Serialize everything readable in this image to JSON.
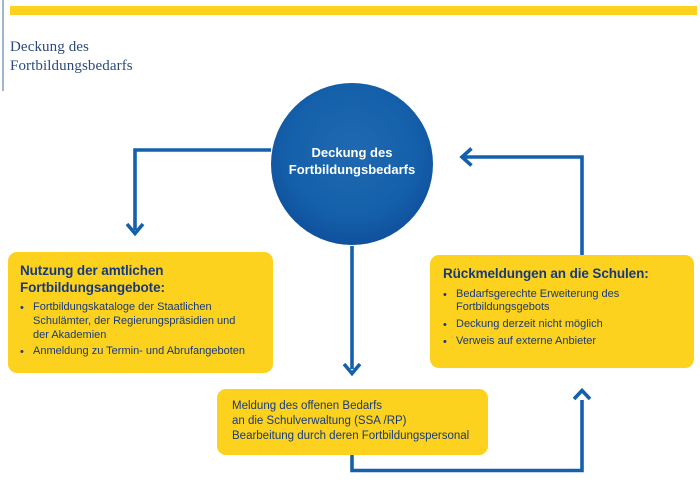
{
  "header": {
    "title_lines": [
      "Deckung des",
      "Fortbildungsbedarfs"
    ]
  },
  "circle": {
    "lines": [
      "Deckung des",
      "Fortbildungsbedarfs"
    ]
  },
  "left_box": {
    "heading_lines": [
      "Nutzung der amtlichen",
      "Fortbildungsangebote:"
    ],
    "bullets": [
      {
        "lines": [
          "Fortbildungskataloge der Staatlichen",
          "Schulämter, der Regierungspräsidien und",
          "der Akademien"
        ]
      },
      {
        "lines": [
          "Anmeldung zu Termin- und Abrufangeboten"
        ]
      }
    ]
  },
  "right_box": {
    "heading": "Rückmeldungen an die Schulen:",
    "bullets": [
      {
        "lines": [
          "Bedarfsgerechte Erweiterung des",
          "Fortbildungsgebots"
        ]
      },
      {
        "lines": [
          "Deckung derzeit nicht möglich"
        ]
      },
      {
        "lines": [
          "Verweis auf externe Anbieter"
        ]
      }
    ]
  },
  "bottom_box": {
    "lines": [
      "Meldung des offenen Bedarfs",
      "an die Schulverwaltung (SSA /RP)",
      "Bearbeitung durch deren Fortbildungspersonal"
    ]
  },
  "bullet_glyph": "•",
  "colors": {
    "accent_yellow": "#FCD21E",
    "navy_text": "#17397C",
    "arrow_blue": "#1460AC",
    "title_blue": "#2C4B7C",
    "left_rule_blue": "#9FB6CE",
    "circle_blue": "#1560AA",
    "circle_text": "#FFFFFF"
  }
}
